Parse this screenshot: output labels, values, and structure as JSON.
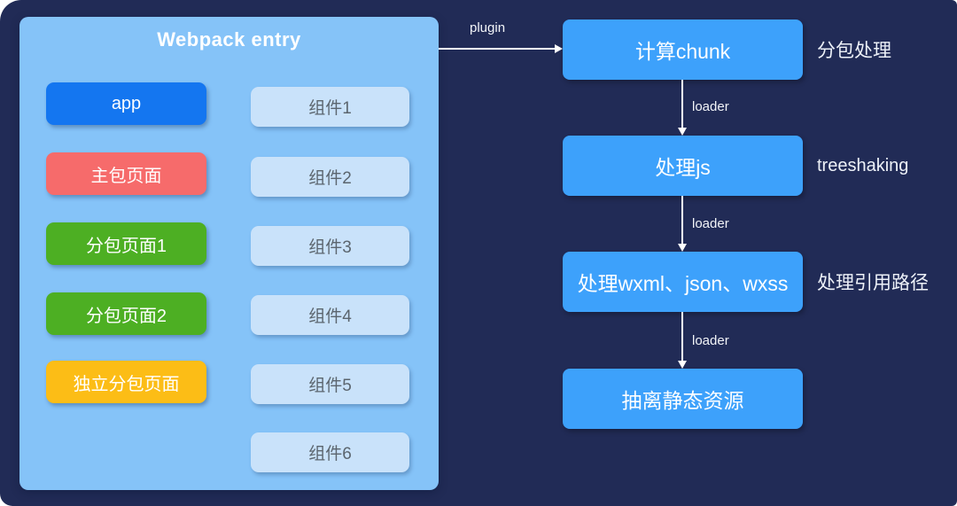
{
  "palette": {
    "page_bg": "#ffffff",
    "canvas_bg": "#212B56",
    "panel_bg": "#85C3F8",
    "flow_box_bg": "#3DA1FB",
    "component_bg": "#C9E2FA",
    "component_text": "#5B656E",
    "app_blue": "#1476F0",
    "main_package_red": "#F66B6B",
    "subpackage_green": "#4DAF23",
    "independent_yellow": "#FCBD16",
    "arrow_white": "#FFFFFF"
  },
  "entry_panel": {
    "title": "Webpack entry",
    "pages": [
      {
        "label": "app",
        "color": "#1476F0"
      },
      {
        "label": "主包页面",
        "color": "#F66B6B"
      },
      {
        "label": "分包页面1",
        "color": "#4DAF23"
      },
      {
        "label": "分包页面2",
        "color": "#4DAF23"
      },
      {
        "label": "独立分包页面",
        "color": "#FCBD16"
      }
    ],
    "components": [
      {
        "label": "组件1"
      },
      {
        "label": "组件2"
      },
      {
        "label": "组件3"
      },
      {
        "label": "组件4"
      },
      {
        "label": "组件5"
      },
      {
        "label": "组件6"
      }
    ]
  },
  "flow": {
    "edge_from_entry": {
      "label": "plugin"
    },
    "steps": [
      {
        "label": "计算chunk",
        "side_note": "分包处理",
        "edge_label": "loader"
      },
      {
        "label": "处理js",
        "side_note": "treeshaking",
        "edge_label": "loader"
      },
      {
        "label": "处理wxml、json、wxss",
        "side_note": "处理引用路径",
        "edge_label": "loader"
      },
      {
        "label": "抽离静态资源",
        "side_note": "",
        "edge_label": ""
      }
    ]
  }
}
